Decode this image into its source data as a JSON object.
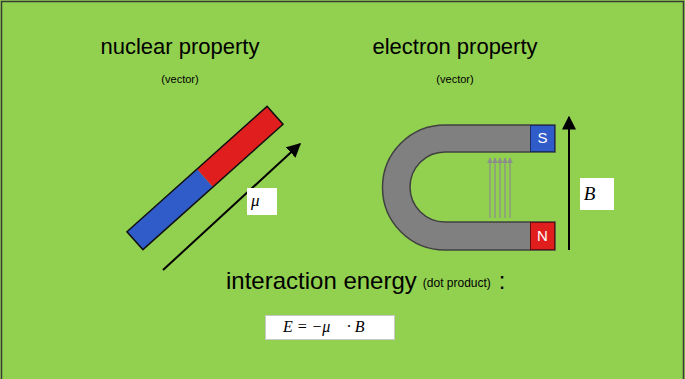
{
  "diagram": {
    "nodes": [
      {
        "text": [
          "μ⃗"
        ]
      },
      {
        "text": [
          "S"
        ]
      },
      {
        "text": [
          "N"
        ]
      },
      {
        "text": [
          "B⃗"
        ]
      },
      {
        "text": [
          "E = −μ⃗ · B⃗"
        ]
      }
    ],
    "labels": [
      "nuclear property",
      "(vector)",
      "electron property",
      "(vector)",
      "interaction energy",
      "(dot product)",
      ":"
    ]
  }
}
